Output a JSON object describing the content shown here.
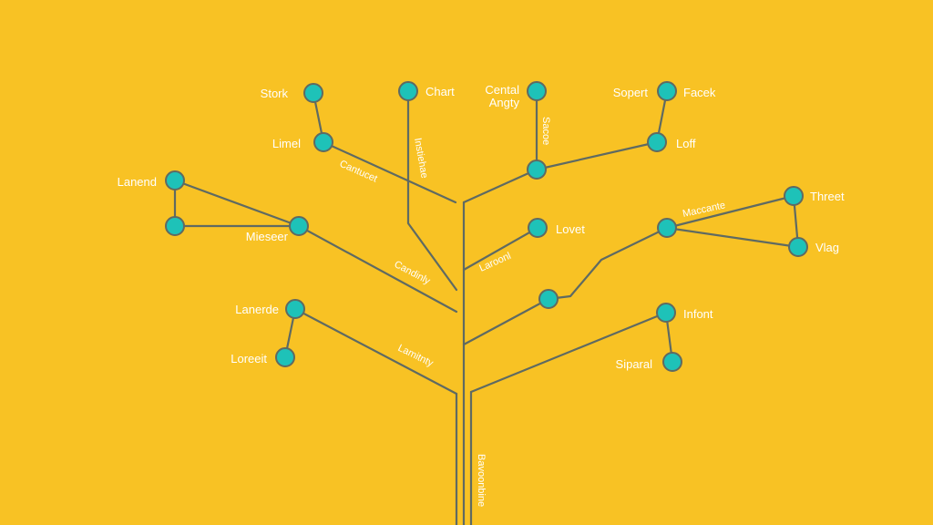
{
  "colors": {
    "background": "#f8c224",
    "node_fill": "#1ec2b8",
    "line": "#5f6a62",
    "text": "#ffffff"
  },
  "nodes": {
    "stork": "Stork",
    "chart": "Chart",
    "central": "Cental",
    "central_line2": "Angty",
    "sopert": "Sopert",
    "facek": "Facek",
    "limel": "Limel",
    "loff": "Loff",
    "lanend": "Lanend",
    "mieseer": "Mieseer",
    "lovet": "Lovet",
    "threet": "Threet",
    "vlag": "Vlag",
    "lanerde": "Lanerde",
    "lorecit": "Loreeit",
    "infont": "Infont",
    "siparal": "Siparal"
  },
  "branches": {
    "chart_stem": "Instiehae",
    "central_stem": "Sacoe",
    "left_upper": "Cantucet",
    "left_mid": "Candinly",
    "right_mid": "Laroonl",
    "right_upper": "Maccante",
    "left_lower": "Lamitnty",
    "trunk": "Bavoonbine"
  }
}
